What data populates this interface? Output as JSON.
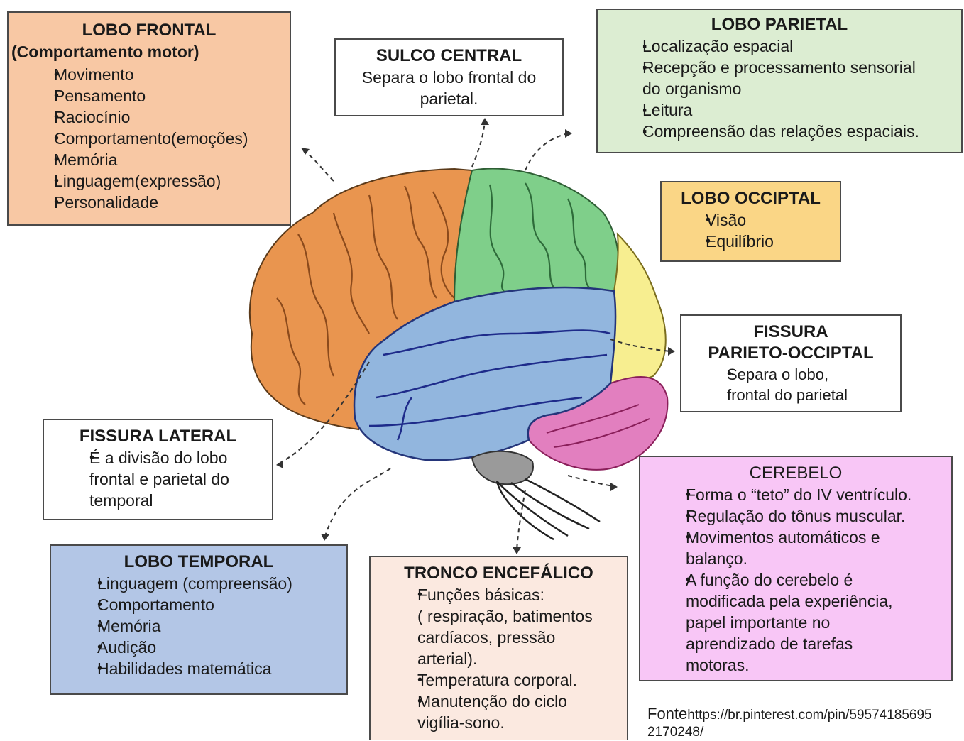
{
  "frontal": {
    "title": "LOBO FRONTAL",
    "subtitle": "(Comportamento motor)",
    "items": [
      "Movimento",
      "Pensamento",
      "Raciocínio",
      "Comportamento(emoções)",
      "Memória",
      "Linguagem(expressão)",
      "Personalidade"
    ]
  },
  "sulco": {
    "title": "SULCO CENTRAL",
    "text1": "Separa o lobo frontal do",
    "text2": "parietal."
  },
  "parietal": {
    "title": "LOBO PARIETAL",
    "items": [
      "Localização espacial",
      "Recepção e processamento sensorial",
      "Leitura",
      "Compreensão das relações espaciais."
    ],
    "item2_cont": "do organismo"
  },
  "occipital": {
    "title": "LOBO OCCIPTAL",
    "items": [
      "Visão",
      "Equilíbrio"
    ]
  },
  "fissura_po": {
    "title1": "FISSURA",
    "title2": "PARIETO-OCCIPTAL",
    "line1": "Separa o lobo,",
    "line2": "frontal do parietal"
  },
  "fissura_lateral": {
    "title": "FISSURA LATERAL",
    "line1": "É a divisão do lobo",
    "line2": "frontal e parietal do",
    "line3": "temporal"
  },
  "temporal": {
    "title": "LOBO TEMPORAL",
    "items": [
      "Linguagem (compreensão)",
      "Comportamento",
      "Memória",
      "Audição",
      "Habilidades matemática"
    ]
  },
  "tronco": {
    "title": "TRONCO ENCEFÁLICO",
    "i1": [
      "Funções básicas:",
      "( respiração, batimentos",
      "cardíacos, pressão",
      "arterial)."
    ],
    "i2": "Temperatura corporal.",
    "i3": [
      "Manutenção do ciclo",
      "vigília-sono."
    ]
  },
  "cerebelo": {
    "title": "CEREBELO",
    "i1": "Forma o “teto” do IV ventrículo.",
    "i2": "Regulação do tônus muscular.",
    "i3": [
      "Movimentos automáticos e",
      "balanço."
    ],
    "i4": [
      "A função do cerebelo é",
      "modificada pela experiência,",
      "papel importante no",
      "aprendizado de tarefas",
      "motoras."
    ]
  },
  "fonte": {
    "label": "Fonte",
    "url1": "https://br.pinterest.com/pin/59574185695",
    "url2": "2170248/"
  },
  "colors": {
    "frontal_box": "#f8c8a4",
    "parietal_box": "#dcedd2",
    "occipital_box": "#fad686",
    "temporal_box": "#b3c6e6",
    "tronco_box": "#fbe9e0",
    "cerebelo_box": "#f8c6f6",
    "frontal_lobe": "#e9954f",
    "parietal_lobe": "#7fcf8a",
    "occipital_lobe": "#f7ee90",
    "temporal_lobe": "#92b6de",
    "cerebellum": "#e27fbf",
    "brainstem": "#9a9a9a"
  }
}
